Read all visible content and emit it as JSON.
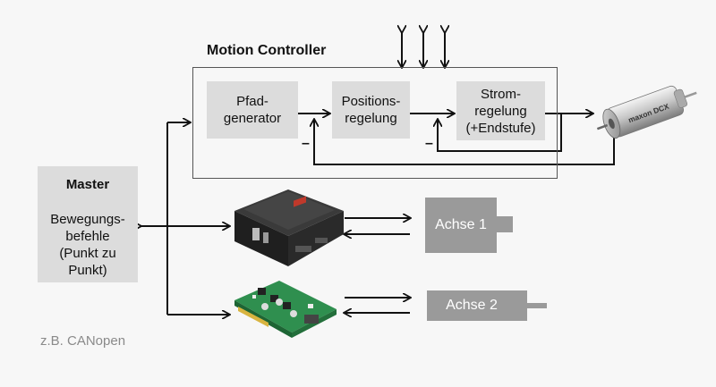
{
  "controller": {
    "title": "Motion Controller",
    "blocks": [
      {
        "label": "Pfad-\ngenerator"
      },
      {
        "label": "Positions-\nregelung"
      },
      {
        "label": "Strom-\nregelung\n(+Endstufe)"
      }
    ],
    "minus_signs": [
      "–",
      "–"
    ]
  },
  "master": {
    "title": "Master",
    "text": "Bewegungs-\nbefehle\n(Punkt zu\nPunkt)"
  },
  "axes": [
    {
      "label": "Achse 1"
    },
    {
      "label": "Achse 2"
    }
  ],
  "motor": {
    "label": "maxon DCX"
  },
  "note": "z.B. CANopen",
  "colors": {
    "background": "#f7f7f7",
    "block_fill": "#dcdcdc",
    "axis_fill": "#9a9a9a",
    "line": "#111111",
    "note_text": "#8a8a8a"
  }
}
